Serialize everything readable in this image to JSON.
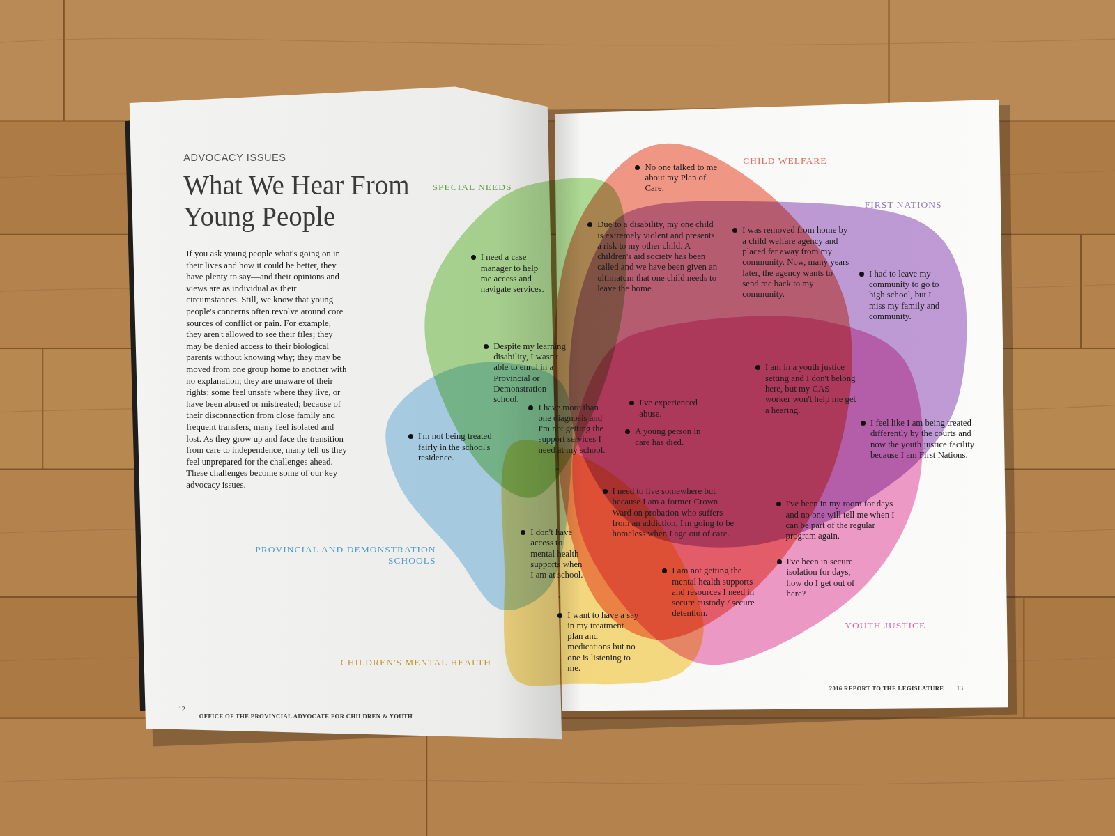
{
  "diagram": {
    "title": "What We Hear From Young People",
    "nodes": [
      {
        "text": [
          "SPECIAL NEEDS",
          "I need a case manager to help me access and navigate services.",
          "Despite my learning disability, I wasn't able to enrol in a Provincial or Demonstration school.",
          "I have more than one diagnosis and I'm not getting the support services I need at my school."
        ]
      },
      {
        "text": [
          "PROVINCIAL AND DEMONSTRATION SCHOOLS",
          "I'm not being treated fairly in the school's residence."
        ]
      },
      {
        "text": [
          "CHILDREN'S MENTAL HEALTH",
          "I don't have access to mental health supports when I am at school.",
          "I want to have a say in my treatment plan and medications but no one is listening to me."
        ]
      },
      {
        "text": [
          "CHILD WELFARE",
          "No one talked to me about my Plan of Care.",
          "Due to a disability, my one child is extremely violent and presents a risk to my other child. A children's aid society has been called and we have been given an ultimatum that one child needs to leave the home.",
          "I've experienced abuse.",
          "A young person in care has died.",
          "I need to live somewhere but because I am a former Crown Ward on probation who suffers from an addiction, I'm going to be homeless when I age out of care."
        ]
      },
      {
        "text": [
          "FIRST NATIONS",
          "I was removed from home by a child welfare agency and placed far away from my community. Now, many years later, the agency wants to send me back to my community.",
          "I had to leave my community to go to high school, but I miss my family and community.",
          "I am in a youth justice setting and I don't belong here, but my CAS worker won't help me get a hearing.",
          "I feel like I am being treated differently by the courts and now the youth justice facility because I am First Nations."
        ]
      },
      {
        "text": [
          "YOUTH JUSTICE",
          "I am not getting the mental health supports and resources I need in secure custody / secure detention.",
          "I've been in my room for days and no one will tell me when I can be part of the regular program again.",
          "I've been in secure isolation for days, how do I get out of here?"
        ]
      }
    ],
    "labels": [
      "ADVOCACY ISSUES",
      "If you ask young people what's going on in their lives and how it could be better, they have plenty to say—and their opinions and views are as individual as their circumstances. Still, we know that young people's concerns often revolve around core sources of conflict or pain. For example, they aren't allowed to see their files; they may be denied access to their biological parents without knowing why; they may be moved from one group home to another with no explanation; they are unaware of their rights; some feel unsafe where they live, or have been abused or mistreated; because of their disconnection from close family and frequent transfers, many feel isolated and lost. As they grow up and face the transition from care to independence, many tell us they feel unprepared for the challenges ahead. These challenges become some of our key advocacy issues.",
      "12",
      "OFFICE OF THE PROVINCIAL ADVOCATE FOR CHILDREN & YOUTH",
      "2016 REPORT TO THE LEGISLATURE",
      "13"
    ]
  }
}
